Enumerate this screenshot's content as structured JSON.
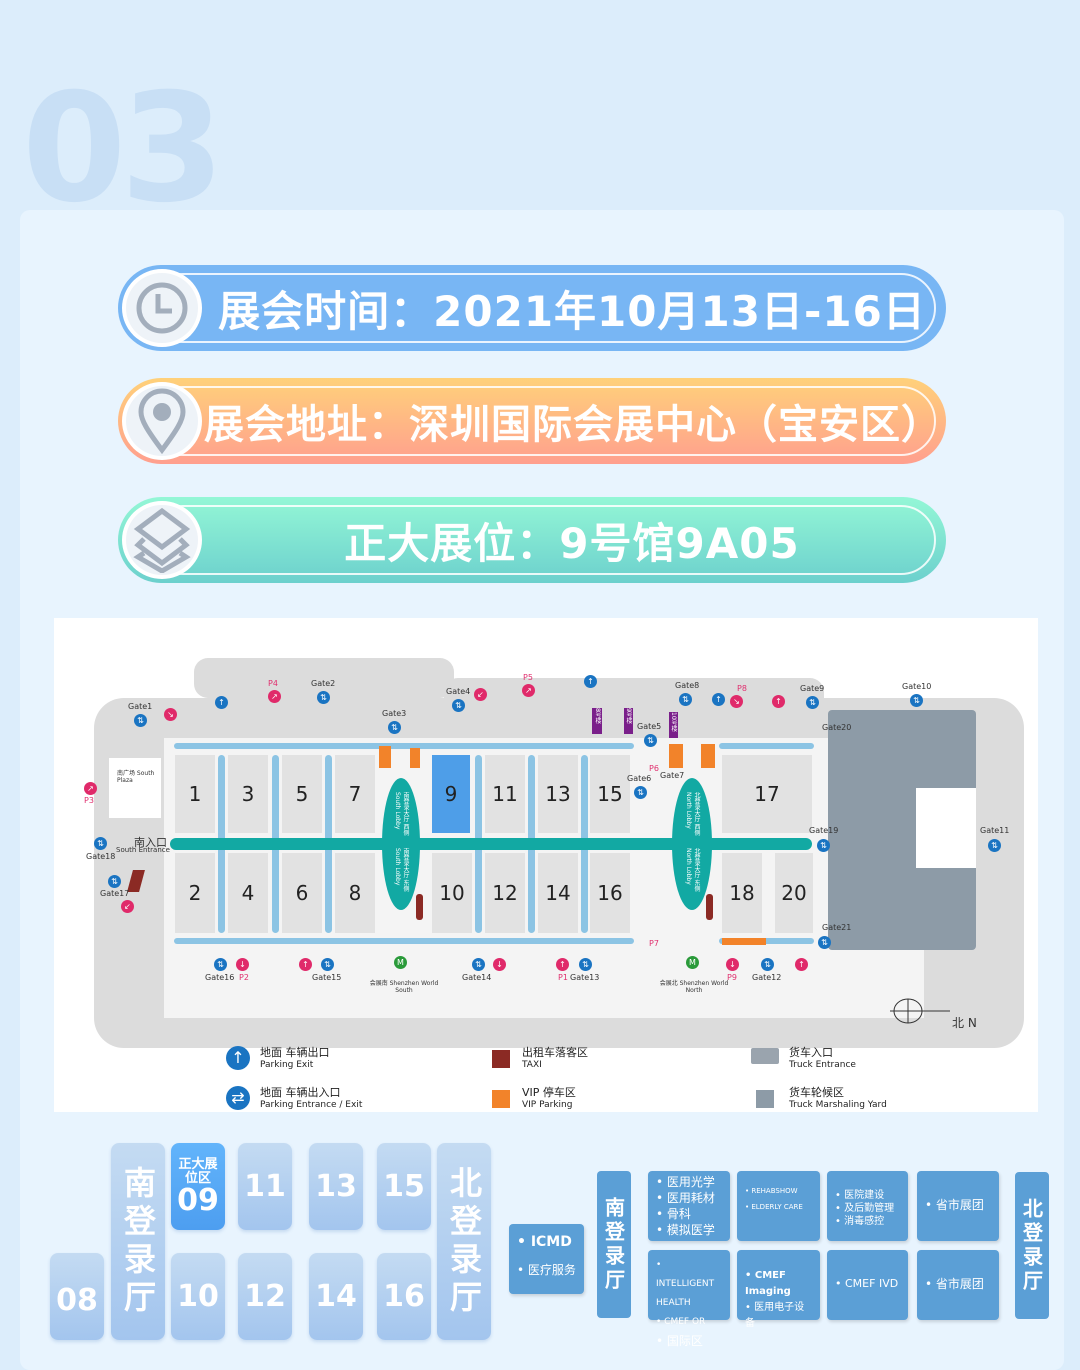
{
  "section_number": "03",
  "banners": {
    "time": "展会时间：2021年10月13日-16日",
    "address": "展会地址：深圳国际会展中心（宝安区）",
    "booth": "正大展位：9号馆9A05",
    "icons": [
      "clock-icon",
      "location-pin-icon",
      "layers-icon"
    ],
    "colors": {
      "time": "#78b6f4",
      "address": "#ffb985",
      "booth": "#80e4d2"
    }
  },
  "map": {
    "halls": [
      "1",
      "3",
      "5",
      "7",
      "9",
      "11",
      "13",
      "15",
      "17",
      "2",
      "4",
      "6",
      "8",
      "10",
      "12",
      "14",
      "16",
      "18",
      "20"
    ],
    "highlight_hall": "9",
    "south_lobby": [
      "南登录大厅 西侧 South Lobby",
      "南登录大厅 东侧 South Lobby"
    ],
    "north_lobby": [
      "北登录大厅 西侧 North Lobby",
      "北登录大厅 东侧 North Lobby"
    ],
    "south_plaza": "南广场 South Plaza",
    "south_entrance_cn": "南入口",
    "south_entrance_en": "South Entrance",
    "metro_south": "会展南 Shenzhen World South",
    "metro_north": "会展北 Shenzhen World North",
    "buildings": [
      "8号楼",
      "9号楼",
      "10号楼"
    ],
    "gates": [
      "Gate1",
      "Gate2",
      "Gate3",
      "Gate4",
      "Gate5",
      "Gate6",
      "Gate7",
      "Gate8",
      "Gate9",
      "Gate10",
      "Gate11",
      "Gate12",
      "Gate13",
      "Gate14",
      "Gate15",
      "Gate16",
      "Gate17",
      "Gate18",
      "Gate19",
      "Gate20",
      "Gate21"
    ],
    "parking": [
      "P1",
      "P2",
      "P3",
      "P4",
      "P5",
      "P6",
      "P7",
      "P8",
      "P9"
    ],
    "compass": "北 N",
    "legend": [
      {
        "cn": "地面 车辆出口",
        "en": "Parking Exit",
        "icon": "parking-exit-icon",
        "color": "#1a74c2"
      },
      {
        "cn": "地面 车辆出入口",
        "en": "Parking Entrance / Exit",
        "icon": "parking-entrance-exit-icon",
        "color": "#1a74c2"
      },
      {
        "cn": "出租车落客区",
        "en": "TAXI",
        "icon": "taxi-swatch",
        "color": "#8b2a24"
      },
      {
        "cn": "VIP 停车区",
        "en": "VIP Parking",
        "icon": "vip-parking-swatch",
        "color": "#f2832a"
      },
      {
        "cn": "货车入口",
        "en": "Truck Entrance",
        "icon": "truck-icon",
        "color": "#9aa4ae"
      },
      {
        "cn": "货车轮候区",
        "en": "Truck Marshaling Yard",
        "icon": "truck-yard-swatch",
        "color": "#8d9ba7"
      }
    ]
  },
  "hall_grid": {
    "highlight_caption": "正大展位区",
    "highlight": "09",
    "halls": [
      "08",
      "10",
      "11",
      "12",
      "13",
      "14",
      "15",
      "16"
    ],
    "south_lobby": "南登录厅",
    "north_lobby": "北登录厅"
  },
  "zones": {
    "south_lobby": "南登录厅",
    "north_lobby": "北登录厅",
    "icmd": [
      "ICMD",
      "医疗服务"
    ],
    "z1": [
      "医用光学",
      "医用耗材",
      "骨科",
      "模拟医学"
    ],
    "z2": [
      "REHABSHOW",
      "ELDERLY CARE"
    ],
    "z3": [
      "医院建设",
      "及后勤管理",
      "消毒感控"
    ],
    "z4": "省市展团",
    "z5": [
      "INTELLIGENT HEALTH",
      "CMEF OR",
      "国际区"
    ],
    "z6": [
      "CMEF Imaging",
      "医用电子设备"
    ],
    "z7": "CMEF IVD",
    "z8": "省市展团"
  }
}
